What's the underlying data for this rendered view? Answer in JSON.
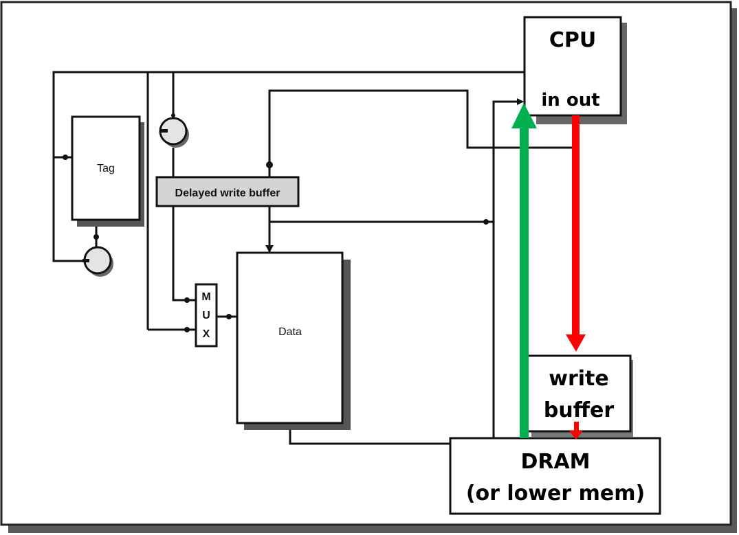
{
  "diagram": {
    "blocks": {
      "tag": {
        "label": "Tag"
      },
      "delayed_write_buffer": {
        "label": "Delayed write buffer"
      },
      "mux": {
        "letters": [
          "M",
          "U",
          "X"
        ]
      },
      "data": {
        "label": "Data"
      },
      "cpu": {
        "title": "CPU",
        "ports": "in out"
      },
      "write_buffer": {
        "line1": "write",
        "line2": "buffer"
      },
      "dram": {
        "line1": "DRAM",
        "line2": "(or lower mem)"
      }
    },
    "colors": {
      "read_path": "#00b050",
      "write_path": "#ff0000",
      "buffer_fill": "#d4d4d4",
      "shadow": "#555555"
    }
  }
}
